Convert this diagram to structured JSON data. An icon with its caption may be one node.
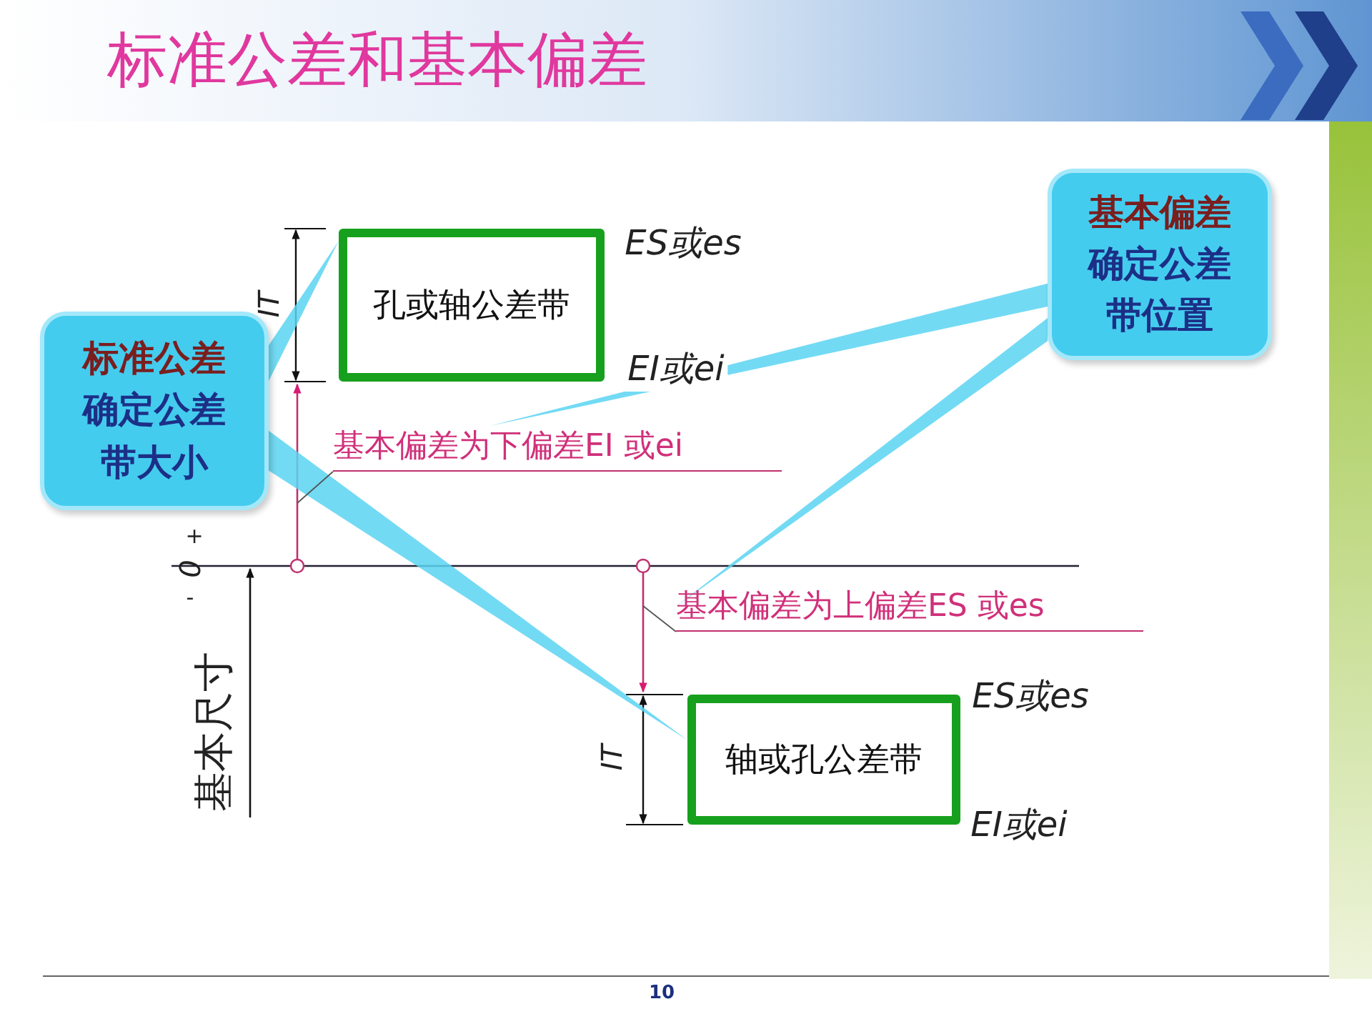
{
  "diagram": {
    "title": "标准公差和基本偏差",
    "nodes": [
      {
        "text": [
          "标准公差确定公差带大小"
        ]
      },
      {
        "text": [
          "基本偏差确定公差带位置"
        ]
      },
      {
        "text": [
          "孔或轴公差带"
        ]
      },
      {
        "text": [
          "轴或孔公差带"
        ]
      },
      {
        "text": [
          "基本偏差为下偏差EI 或ei"
        ]
      },
      {
        "text": [
          "基本偏差为上偏差ES 或es"
        ]
      }
    ],
    "edges": [
      {
        "from": 0,
        "to": 2,
        "arrow": "none"
      },
      {
        "from": 0,
        "to": 3,
        "arrow": "none"
      },
      {
        "from": 1,
        "to": 4,
        "arrow": "none"
      },
      {
        "from": 1,
        "to": 5,
        "arrow": "none"
      },
      {
        "from": 4,
        "to": null,
        "arrow": "none"
      },
      {
        "from": 5,
        "to": null,
        "arrow": "none"
      }
    ],
    "labels": [
      "ES或es",
      "IT",
      "EI或ei",
      "+",
      "0",
      "-",
      "ES或es",
      "基本尺寸",
      "IT",
      "EI或ei",
      "10"
    ]
  }
}
